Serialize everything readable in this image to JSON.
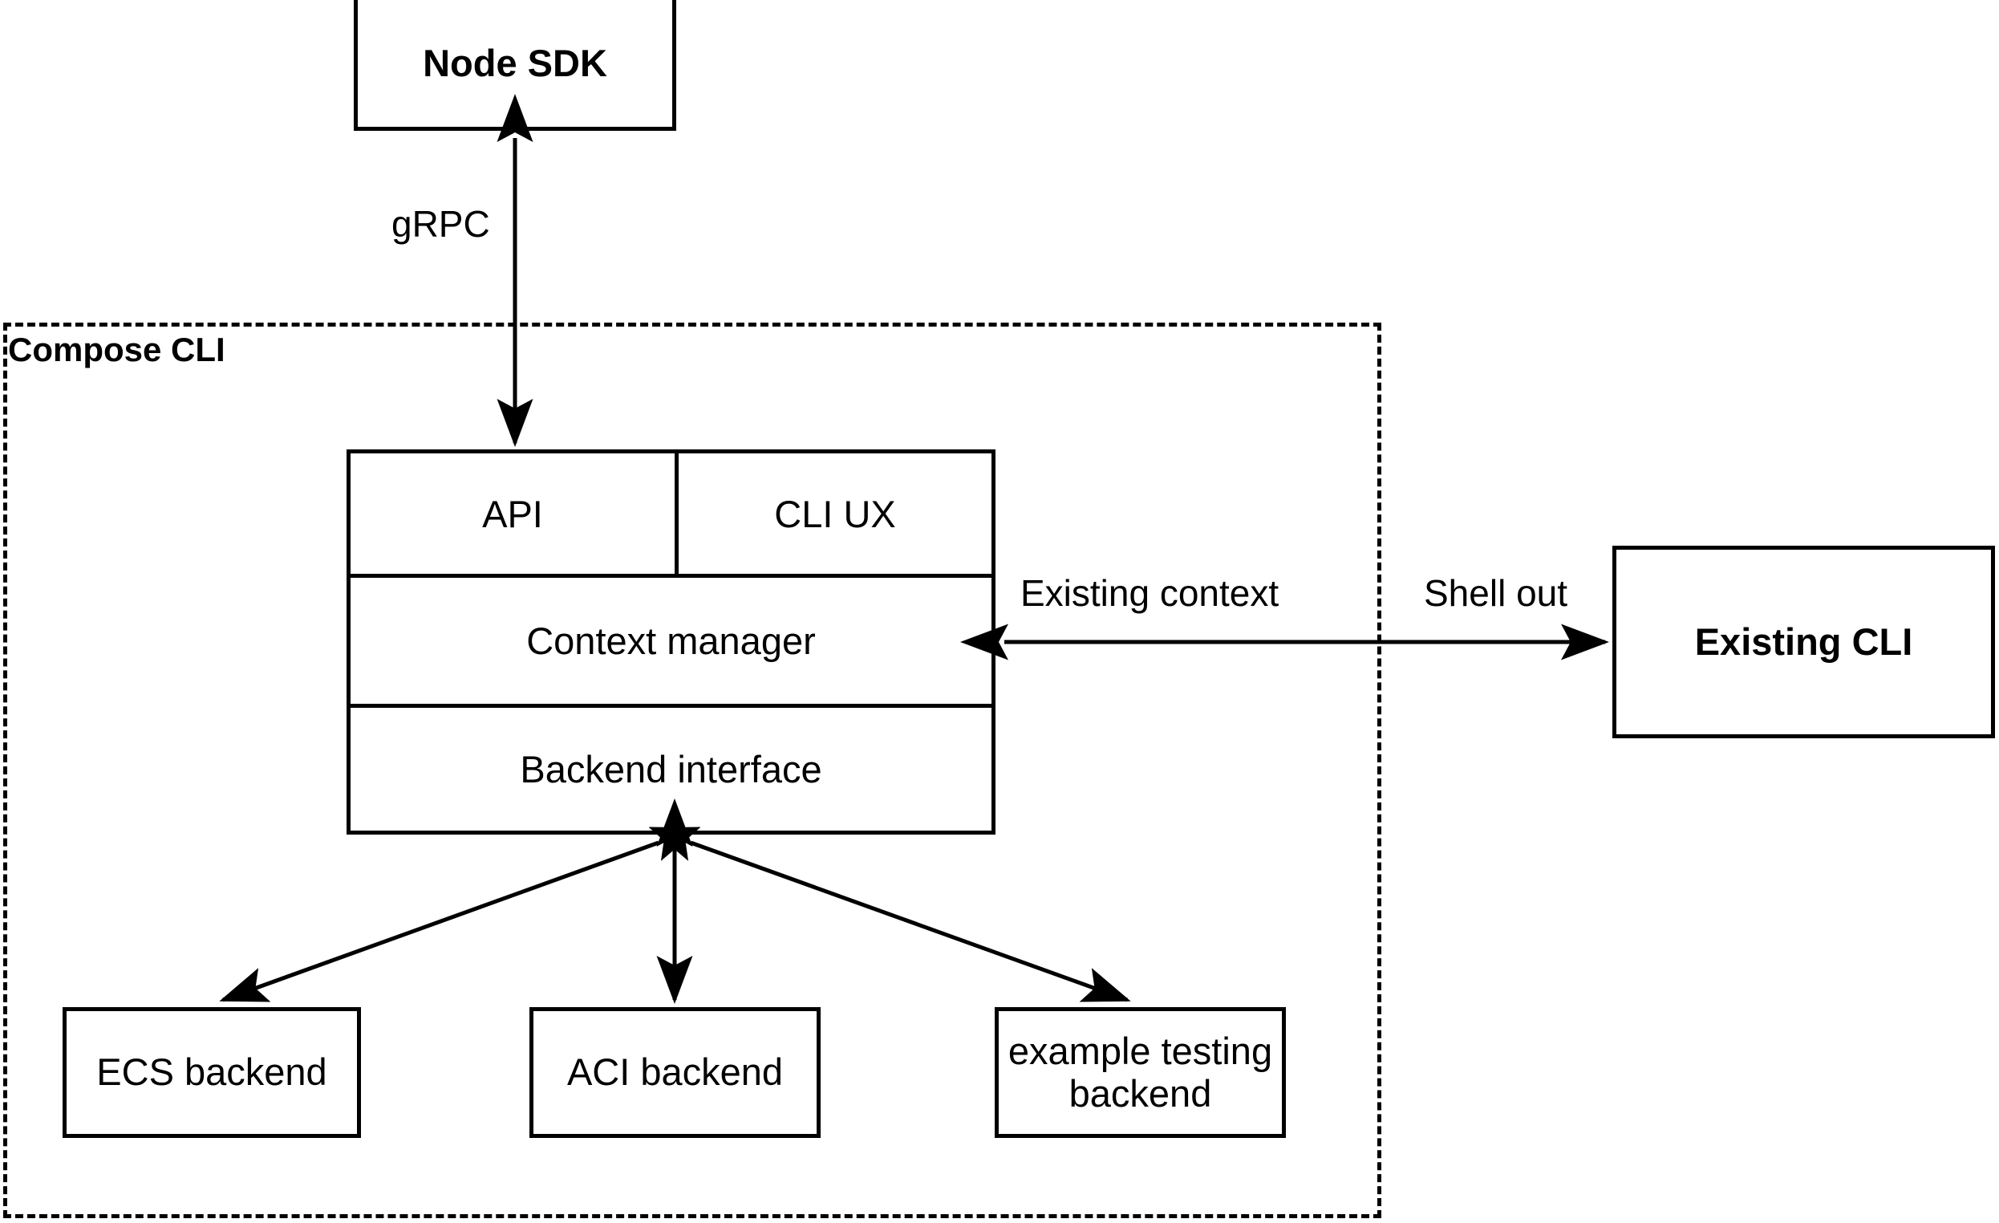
{
  "diagram": {
    "title_group": "Compose CLI",
    "nodes": {
      "node_sdk": "Node SDK",
      "api": "API",
      "cli_ux": "CLI UX",
      "context_manager": "Context manager",
      "backend_interface": "Backend interface",
      "existing_cli": "Existing CLI",
      "ecs_backend": "ECS backend",
      "aci_backend": "ACI backend",
      "example_testing_backend_line1": "example testing",
      "example_testing_backend_line2": "backend"
    },
    "edge_labels": {
      "grpc": "gRPC",
      "existing_context": "Existing context",
      "shell_out": "Shell out"
    },
    "colors": {
      "stroke": "#000000",
      "fill": "#ffffff",
      "text": "#000000"
    }
  }
}
